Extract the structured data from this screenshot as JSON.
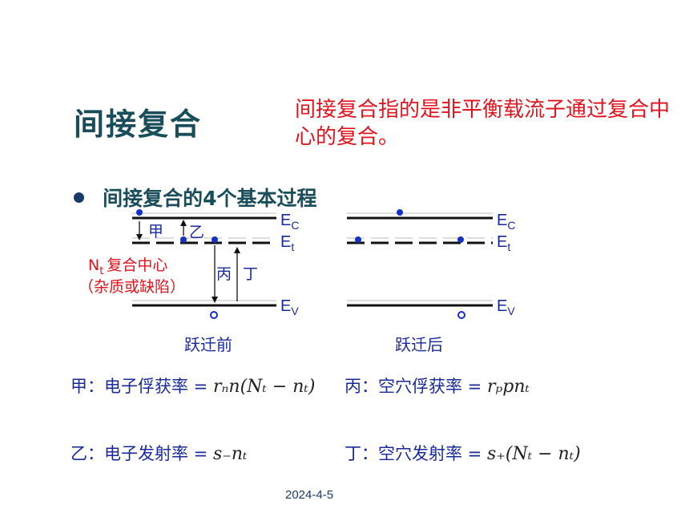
{
  "title": "间接复合",
  "definition": "间接复合指的是非平衡载流子通过复合中心的复合。",
  "bullet": "间接复合的4个基本过程",
  "diagram": {
    "band_conduction": {
      "main": "E",
      "sub": "C"
    },
    "band_trap": {
      "main": "E",
      "sub": "t"
    },
    "band_valence": {
      "main": "E",
      "sub": "V"
    },
    "process_jia": "甲",
    "process_yi": "乙",
    "process_bing": "丙",
    "process_ding": "丁",
    "nt_main": "N",
    "nt_sub": "t",
    "nt_label": "复合中心",
    "nt_note": "（杂质或缺陷）",
    "caption_before": "跃迁前",
    "caption_after": "跃迁后"
  },
  "formulas": {
    "jia_label": "甲：电子俘获率 =",
    "jia_math": "rₙn(Nₜ − nₜ)",
    "bing_label": "丙：空穴俘获率 =",
    "bing_math": "rₚpnₜ",
    "yi_label": "乙：电子发射率 =",
    "yi_math": "s₋nₜ",
    "ding_label": "丁：空穴发射率 =",
    "ding_math": "s₊(Nₜ − nₜ)"
  },
  "footer": {
    "date": "2024-4-5"
  },
  "colors": {
    "title": "#1a4d5a",
    "definition": "#e0141e",
    "label_blue": "#1a2a9a",
    "nt_red": "#e0141e",
    "dot": "#1530c8"
  }
}
